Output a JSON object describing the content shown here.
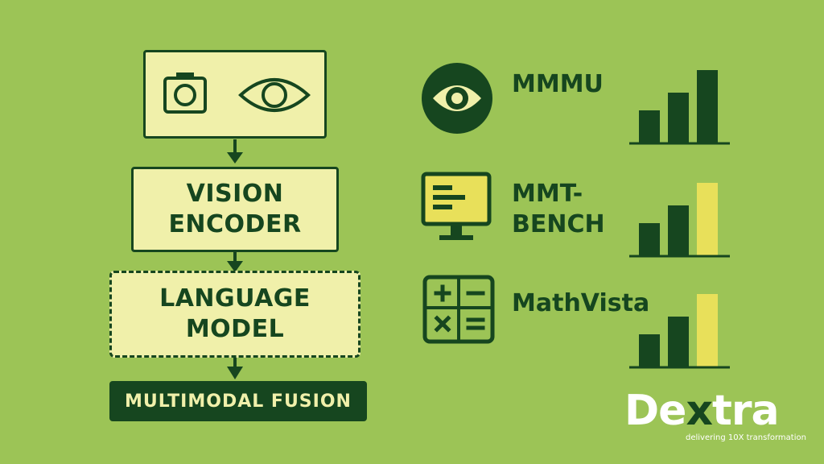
{
  "pipeline": {
    "vision_encoder": "VISION\nENCODER",
    "language_model": "LANGUAGE\nMODEL",
    "fusion": "MULTIMODAL FUSION"
  },
  "benchmarks": [
    {
      "label": "MMMU",
      "icon": "eye-icon"
    },
    {
      "label": "MMT-\nBENCH",
      "icon": "monitor-icon"
    },
    {
      "label": "MathVista",
      "icon": "calculator-icon"
    }
  ],
  "brand": {
    "logo_pre": "De",
    "logo_x": "x",
    "logo_post": "tra",
    "tagline": "delivering 10X transformation"
  },
  "colors": {
    "background": "#9cc456",
    "dark_green": "#16461f",
    "cream": "#f0f0aa",
    "yellow": "#e8e05a",
    "white": "#ffffff"
  }
}
